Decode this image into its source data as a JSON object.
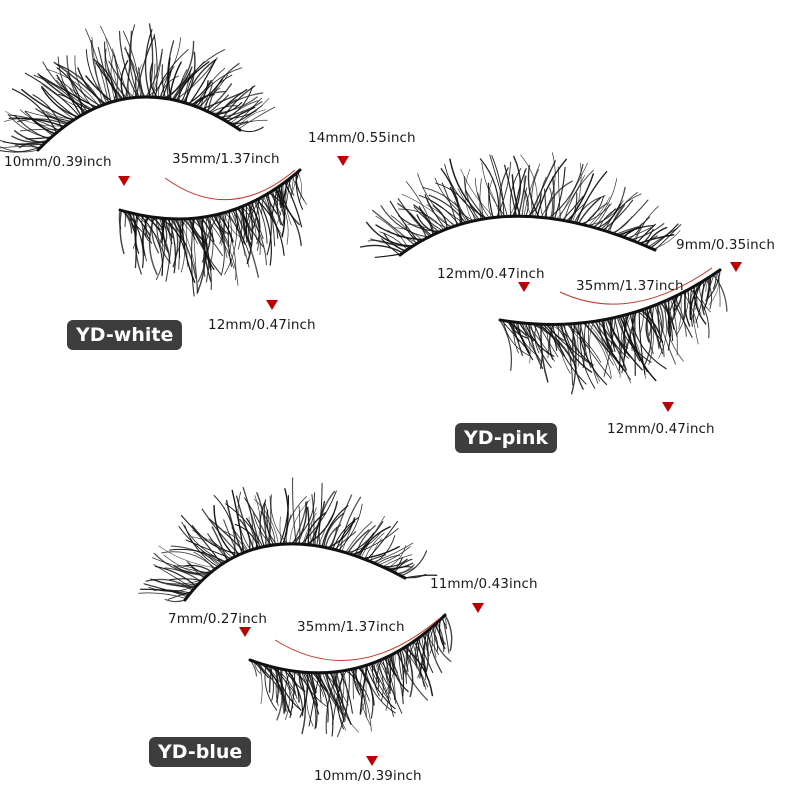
{
  "products": [
    {
      "name": "YD-white",
      "measurements": {
        "inner_end": "10mm/0.39inch",
        "band_length": "35mm/1.37inch",
        "outer_end": "14mm/0.55inch",
        "center": "12mm/0.47inch"
      }
    },
    {
      "name": "YD-pink",
      "measurements": {
        "inner_end": "12mm/0.47inch",
        "band_length": "35mm/1.37inch",
        "outer_end": "9mm/0.35inch",
        "center": "12mm/0.47inch"
      }
    },
    {
      "name": "YD-blue",
      "measurements": {
        "inner_end": "7mm/0.27inch",
        "band_length": "35mm/1.37inch",
        "outer_end": "11mm/0.43inch",
        "center": "10mm/0.39inch"
      }
    }
  ],
  "colors": {
    "marker": "#c00000",
    "band_arc": "#c0392b",
    "badge_background": "#3d3d3d",
    "lash": "#111111"
  }
}
